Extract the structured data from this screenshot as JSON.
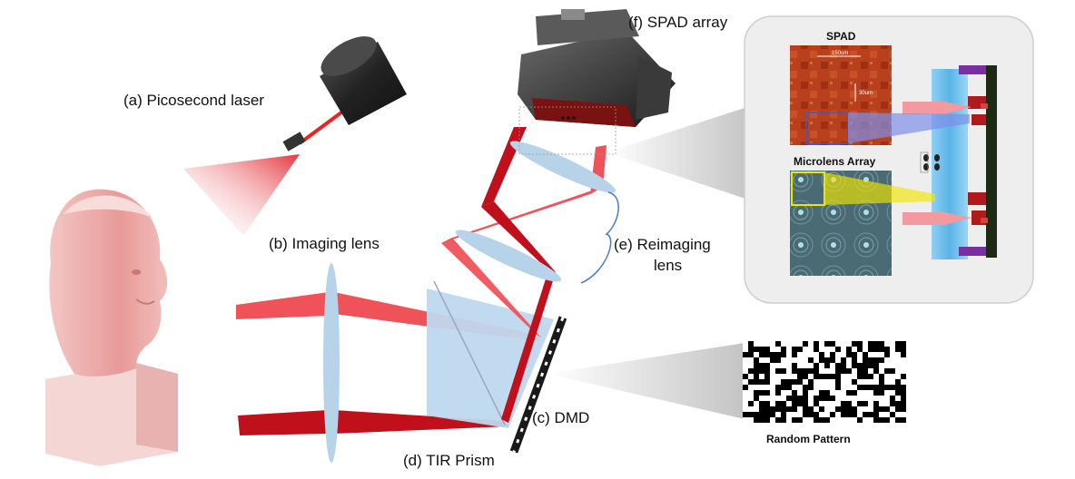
{
  "labels": {
    "laser": "(a) Picosecond laser",
    "imaging_lens": "(b) Imaging lens",
    "dmd": "(c) DMD",
    "tir_prism": "(d) TIR Prism",
    "reimaging_lens_line1": "(e) Reimaging",
    "reimaging_lens_line2": "lens",
    "spad_array": "(f) SPAD array"
  },
  "inset": {
    "spad_title": "SPAD",
    "spad_scale_h": "150um",
    "spad_scale_v": "30um",
    "microlens_title": "Microlens Array"
  },
  "pattern": {
    "caption": "Random Pattern"
  },
  "colors": {
    "beam_light": "#f0525a",
    "beam_dark": "#c0101c",
    "lens": "#b7d3ea",
    "prism": "#bfd8ee",
    "dmd": "#1a1a1a",
    "inset_bg": "#eeeeee"
  }
}
